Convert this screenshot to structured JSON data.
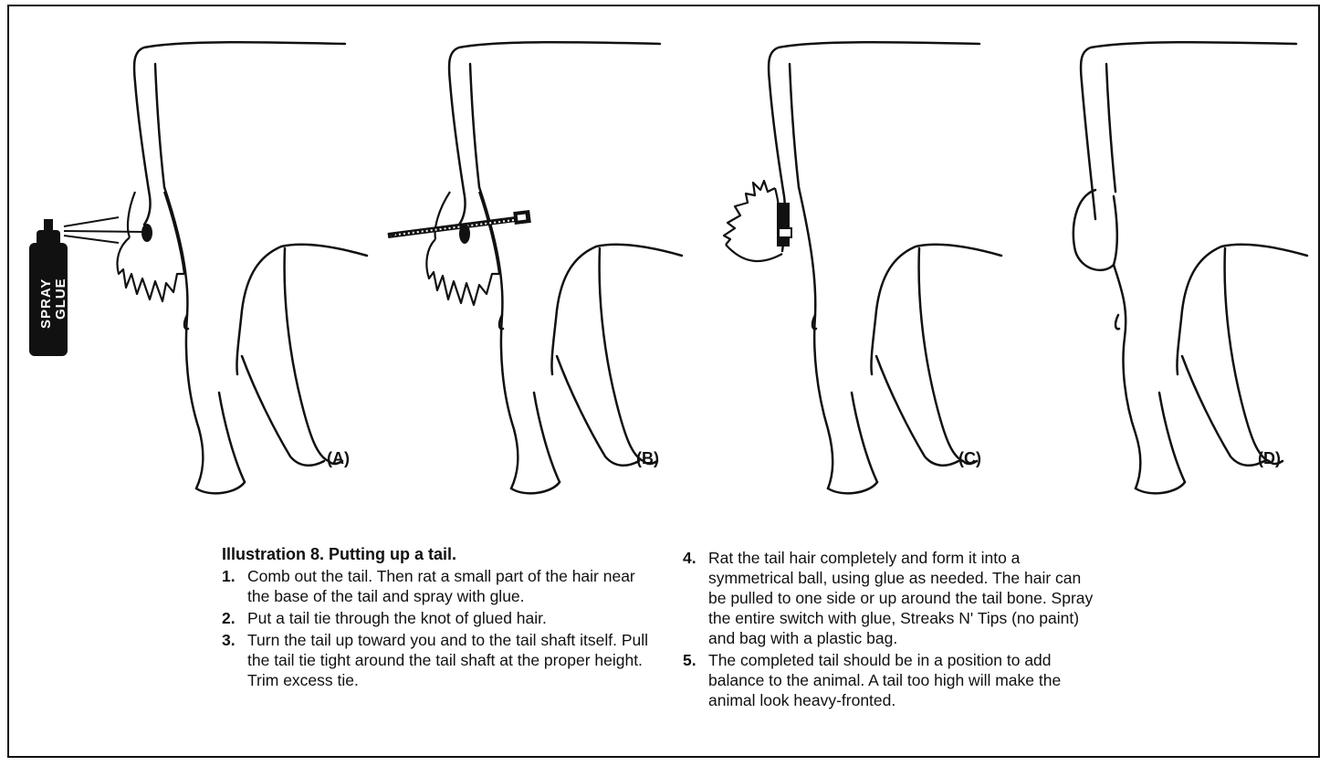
{
  "panels": [
    {
      "label": "(A)"
    },
    {
      "label": "(B)"
    },
    {
      "label": "(C)"
    },
    {
      "label": "(D)"
    }
  ],
  "spray_can": {
    "line1": "SPRAY",
    "line2": "GLUE"
  },
  "caption": {
    "title": "Illustration 8. Putting up a tail.",
    "left_steps": [
      {
        "num": "1.",
        "text": "Comb out the tail. Then rat a small part of the hair near the base of the tail and spray with glue."
      },
      {
        "num": "2.",
        "text": "Put a tail tie through the knot of glued hair."
      },
      {
        "num": "3.",
        "text": "Turn the tail up toward you and to the tail shaft itself. Pull the tail tie tight around the tail shaft at the proper height. Trim excess tie."
      }
    ],
    "right_steps": [
      {
        "num": "4.",
        "text": "Rat the tail hair completely and form it into a symmetrical ball, using glue as needed. The hair can be pulled to one side or up around the tail bone. Spray the entire switch with glue, Streaks N' Tips (no paint) and bag with a plastic bag."
      },
      {
        "num": "5.",
        "text": "The completed tail should be in a position to add balance to the animal. A tail too high will make the animal look heavy-fronted."
      }
    ]
  }
}
